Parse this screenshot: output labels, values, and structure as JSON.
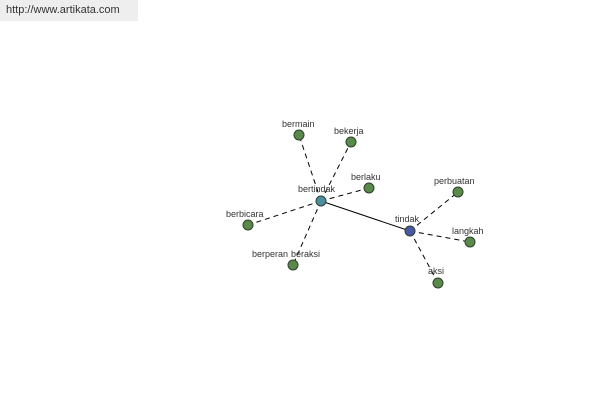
{
  "header": {
    "url": "http://www.artikata.com"
  },
  "colors": {
    "leaf": "#5a8a4a",
    "hub_primary": "#4a8ea0",
    "hub_secondary": "#4a58a8"
  },
  "graph": {
    "nodes": [
      {
        "id": "bertindak",
        "label": "bertindak",
        "role": "hub_primary"
      },
      {
        "id": "tindak",
        "label": "tindak",
        "role": "hub_secondary"
      },
      {
        "id": "bermain",
        "label": "bermain",
        "role": "leaf"
      },
      {
        "id": "bekerja",
        "label": "bekerja",
        "role": "leaf"
      },
      {
        "id": "berlaku",
        "label": "berlaku",
        "role": "leaf"
      },
      {
        "id": "berbicara",
        "label": "berbicara",
        "role": "leaf"
      },
      {
        "id": "berperan",
        "label": "berperan",
        "role": "leaf"
      },
      {
        "id": "beraksi",
        "label": "beraksi",
        "role": "leaf"
      },
      {
        "id": "perbuatan",
        "label": "perbuatan",
        "role": "leaf"
      },
      {
        "id": "langkah",
        "label": "langkah",
        "role": "leaf"
      },
      {
        "id": "aksi",
        "label": "aksi",
        "role": "leaf"
      }
    ],
    "edges": [
      {
        "from": "bertindak",
        "to": "tindak",
        "style": "solid"
      },
      {
        "from": "bertindak",
        "to": "bermain",
        "style": "dashed"
      },
      {
        "from": "bertindak",
        "to": "bekerja",
        "style": "dashed"
      },
      {
        "from": "bertindak",
        "to": "berlaku",
        "style": "dashed"
      },
      {
        "from": "bertindak",
        "to": "berbicara",
        "style": "dashed"
      },
      {
        "from": "bertindak",
        "to": "berperan",
        "style": "dashed"
      },
      {
        "from": "tindak",
        "to": "perbuatan",
        "style": "dashed"
      },
      {
        "from": "tindak",
        "to": "langkah",
        "style": "dashed"
      },
      {
        "from": "tindak",
        "to": "aksi",
        "style": "dashed"
      }
    ]
  }
}
